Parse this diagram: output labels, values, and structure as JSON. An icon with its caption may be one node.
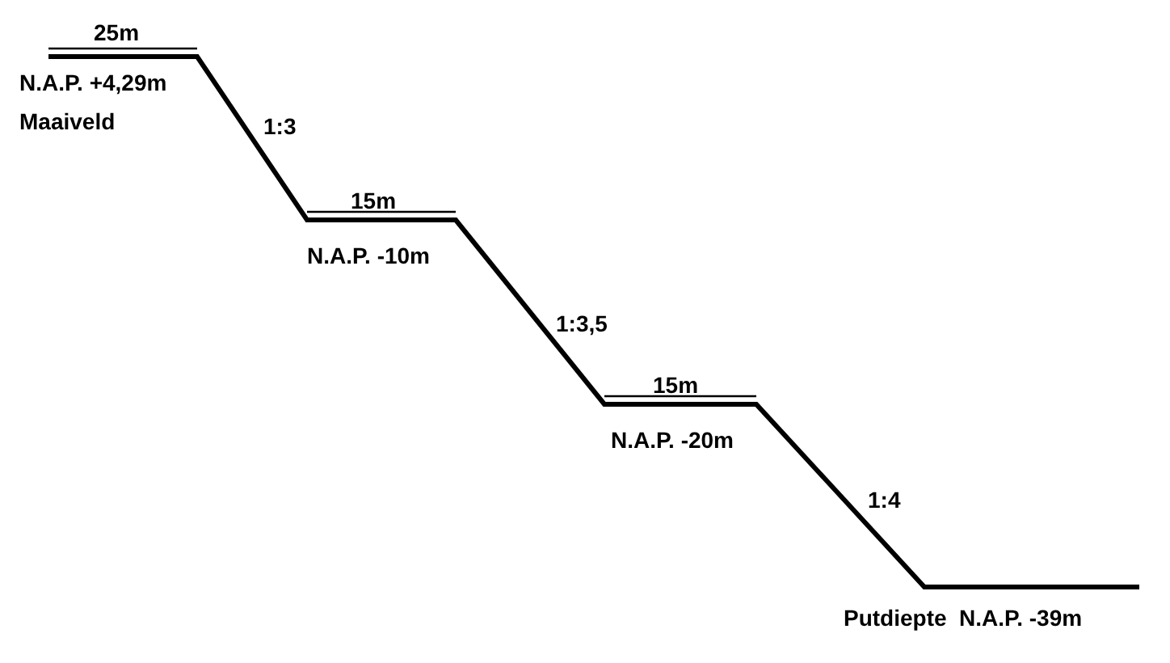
{
  "diagram": {
    "labels": [
      "25m",
      "N.A.P. +4,29m",
      "Maaiveld",
      "1:3",
      "15m",
      "N.A.P. -10m",
      "1:3,5",
      "15m",
      "N.A.P. -20m",
      "1:4",
      "Putdiepte  N.A.P. -39m"
    ]
  }
}
